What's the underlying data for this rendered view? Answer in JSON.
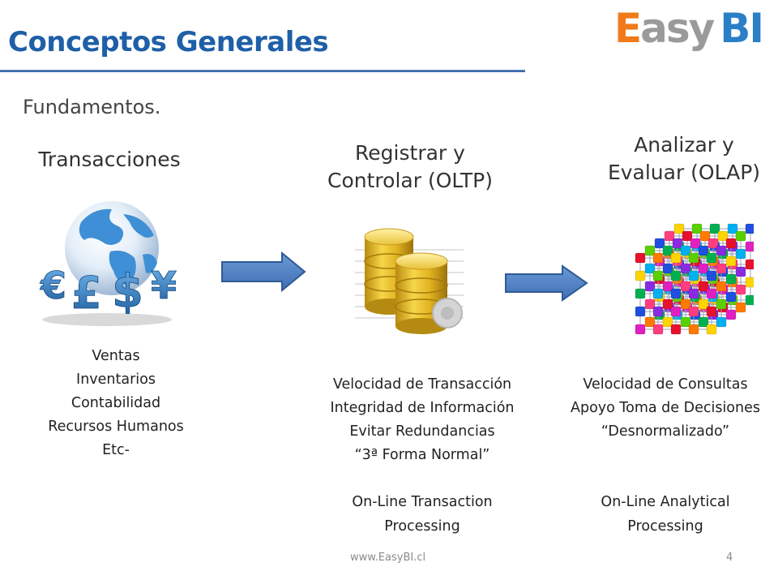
{
  "header": {
    "title": "Conceptos Generales",
    "subtitle": "Fundamentos."
  },
  "logo": {
    "part_e": "E",
    "part_asy": "asy",
    "part_bi": "BI"
  },
  "columns": [
    {
      "heading": [
        "Transacciones"
      ],
      "icon": "globe-currency-icon",
      "items": [
        "Ventas",
        "Inventarios",
        "Contabilidad",
        "Recursos Humanos",
        "Etc-"
      ]
    },
    {
      "heading": [
        "Registrar y",
        "Controlar (OLTP)"
      ],
      "icon": "database-icon",
      "items": [
        "Velocidad de Transacción",
        "Integridad de Información",
        "Evitar Redundancias",
        "“3ª Forma Normal”"
      ],
      "footer_lines": [
        "On-Line Transaction",
        "Processing"
      ]
    },
    {
      "heading": [
        "Analizar y",
        "Evaluar (OLAP)"
      ],
      "icon": "olap-cube-icon",
      "items": [
        "Velocidad de Consultas",
        "Apoyo Toma de Decisiones",
        "“Desnormalizado”"
      ],
      "footer_lines": [
        "On-Line Analytical",
        "Processing"
      ]
    }
  ],
  "footer": {
    "url": "www.EasyBI.cl",
    "page": "4"
  },
  "colors": {
    "title": "#1f5fa8",
    "arrow": "#4a7fc4",
    "arrow_border": "#2f5a94",
    "logo_orange": "#f07b1a",
    "logo_blue": "#2a7fc6"
  }
}
